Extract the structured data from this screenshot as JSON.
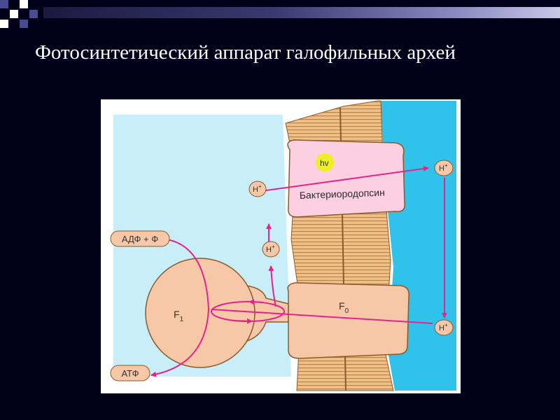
{
  "slide": {
    "title": "Фотосинтетический аппарат галофильных архей"
  },
  "diagram": {
    "protein_label": "Бактериородопсин",
    "light_label": "hv",
    "proton_label": "H",
    "proton_charge": "+",
    "adp_label": "АДФ + Ф",
    "atp_label": "АТФ",
    "f1_label": "F",
    "f1_sub": "1",
    "f0_label": "F",
    "f0_sub": "0"
  },
  "colors": {
    "inside": "#c8eefa",
    "outside": "#2fc3ec",
    "membrane": "#f0c088",
    "protein": "#f6c8a8",
    "rhodopsin": "#fcd0e0",
    "arrow": "#e8228c",
    "light": "#eef020"
  }
}
